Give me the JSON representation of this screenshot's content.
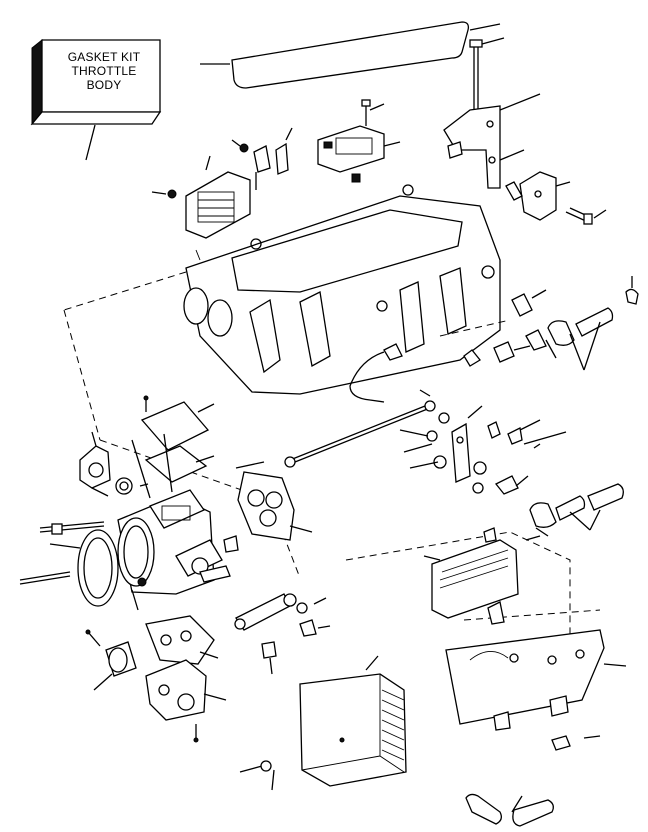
{
  "kit_label": {
    "line1": "GASKET KIT",
    "line2": "THROTTLE",
    "line3": "BODY"
  },
  "colors": {
    "ink": "#000000",
    "paper": "#ffffff"
  }
}
